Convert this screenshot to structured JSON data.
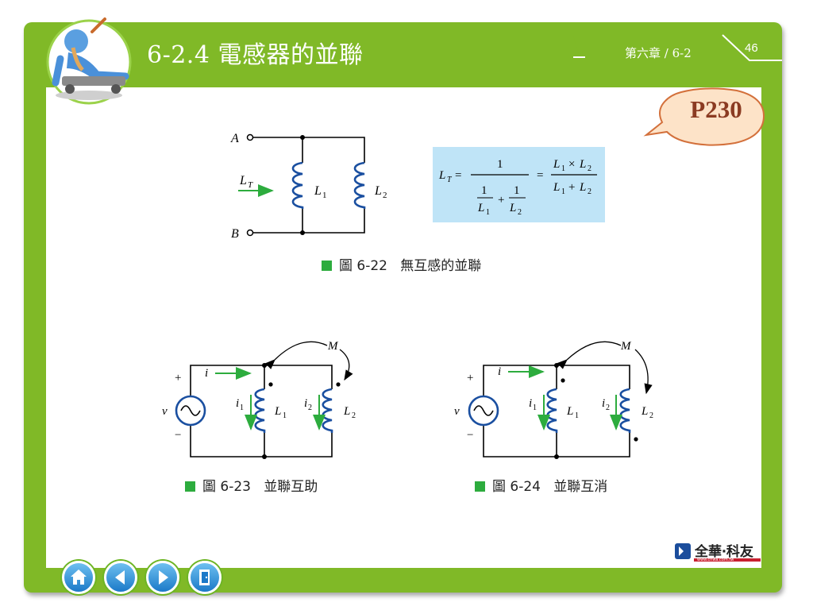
{
  "header": {
    "title": "6-2.4 電感器的並聯",
    "chapter": "第六章 / 6-2",
    "page_number": "46"
  },
  "callout": {
    "text": "P230"
  },
  "figure_6_22": {
    "caption_number": "圖 6-22",
    "caption_title": "無互感的並聯",
    "node_a": "A",
    "node_b": "B",
    "total_label": "L",
    "total_sub": "T",
    "inductor_1": "L",
    "inductor_1_sub": "1",
    "inductor_2": "L",
    "inductor_2_sub": "2"
  },
  "formula": {
    "lhs": "L",
    "lhs_sub": "T",
    "equals": "=",
    "one": "1",
    "plus": "+",
    "times": "×",
    "l": "L",
    "sub1": "1",
    "sub2": "2"
  },
  "figure_6_23": {
    "caption_number": "圖 6-23",
    "caption_title": "並聯互助",
    "source": "v",
    "current": "i",
    "plus": "+",
    "minus": "−",
    "mutual": "M",
    "i1": "i",
    "i1_sub": "1",
    "i2": "i",
    "i2_sub": "2",
    "l1": "L",
    "l1_sub": "1",
    "l2": "L",
    "l2_sub": "2"
  },
  "figure_6_24": {
    "caption_number": "圖 6-24",
    "caption_title": "並聯互消",
    "source": "v",
    "current": "i",
    "plus": "+",
    "minus": "−",
    "mutual": "M",
    "i1": "i",
    "i1_sub": "1",
    "i2": "i",
    "i2_sub": "2",
    "l1": "L",
    "l1_sub": "1",
    "l2": "L",
    "l2_sub": "2"
  },
  "nav": {
    "home": "home-icon",
    "prev": "previous-icon",
    "next": "next-icon",
    "exit": "exit-icon"
  },
  "logo": {
    "name": "全華‧科友",
    "url": "www.chwa.com.tw"
  },
  "colors": {
    "frame": "#80b927",
    "wire": "#000000",
    "coil": "#1a4fa0",
    "arrow": "#2dac3e",
    "formula_bg": "#bfe4f7",
    "callout_fill": "#fde3c8",
    "callout_stroke": "#d3703b"
  }
}
